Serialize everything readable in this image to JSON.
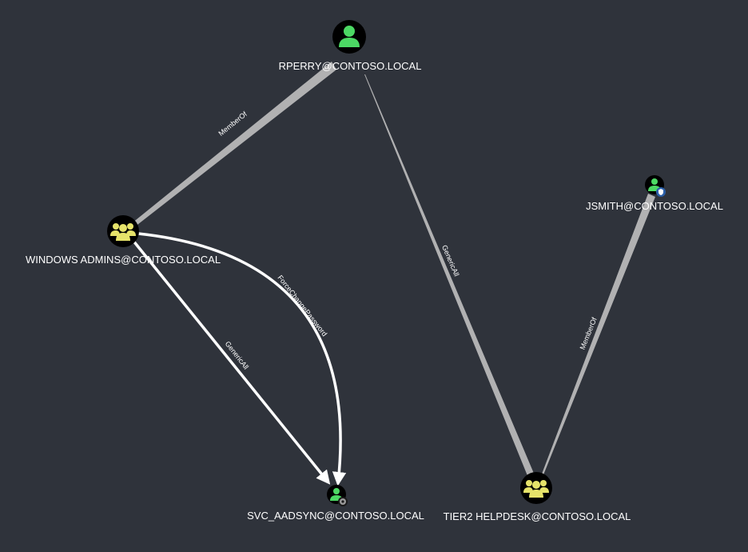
{
  "colors": {
    "background": "#2f333b",
    "user_icon": "#4cd964",
    "group_icon": "#e6e36a",
    "node_disc": "#000000",
    "edge_faint": "#c8c8c8",
    "edge_active": "#ffffff",
    "label": "#ffffff"
  },
  "nodes": {
    "rperry": {
      "label": "RPERRY@CONTOSO.LOCAL",
      "kind": "user",
      "icon": "user-icon"
    },
    "windows_admins": {
      "label": "WINDOWS ADMINS@CONTOSO.LOCAL",
      "kind": "group",
      "icon": "group-icon"
    },
    "svc_aadsync": {
      "label": "SVC_AADSYNC@CONTOSO.LOCAL",
      "kind": "user",
      "icon": "user-icon",
      "badge": "gear-badge-icon"
    },
    "jsmith": {
      "label": "JSMITH@CONTOSO.LOCAL",
      "kind": "user",
      "icon": "user-icon",
      "badge": "shield-badge-icon"
    },
    "tier2_helpdesk": {
      "label": "TIER2 HELPDESK@CONTOSO.LOCAL",
      "kind": "group",
      "icon": "group-icon"
    }
  },
  "edges": {
    "rperry_memberof": {
      "from": "rperry",
      "to": "windows_admins",
      "label": "MemberOf"
    },
    "wa_forcechange": {
      "from": "windows_admins",
      "to": "svc_aadsync",
      "label": "ForceChangePassword"
    },
    "wa_genericall": {
      "from": "windows_admins",
      "to": "svc_aadsync",
      "label": "GenericAll"
    },
    "t2_genericall": {
      "from": "tier2_helpdesk",
      "to": "rperry",
      "label": "GenericAll"
    },
    "jsmith_memberof": {
      "from": "jsmith",
      "to": "tier2_helpdesk",
      "label": "MemberOf"
    }
  }
}
